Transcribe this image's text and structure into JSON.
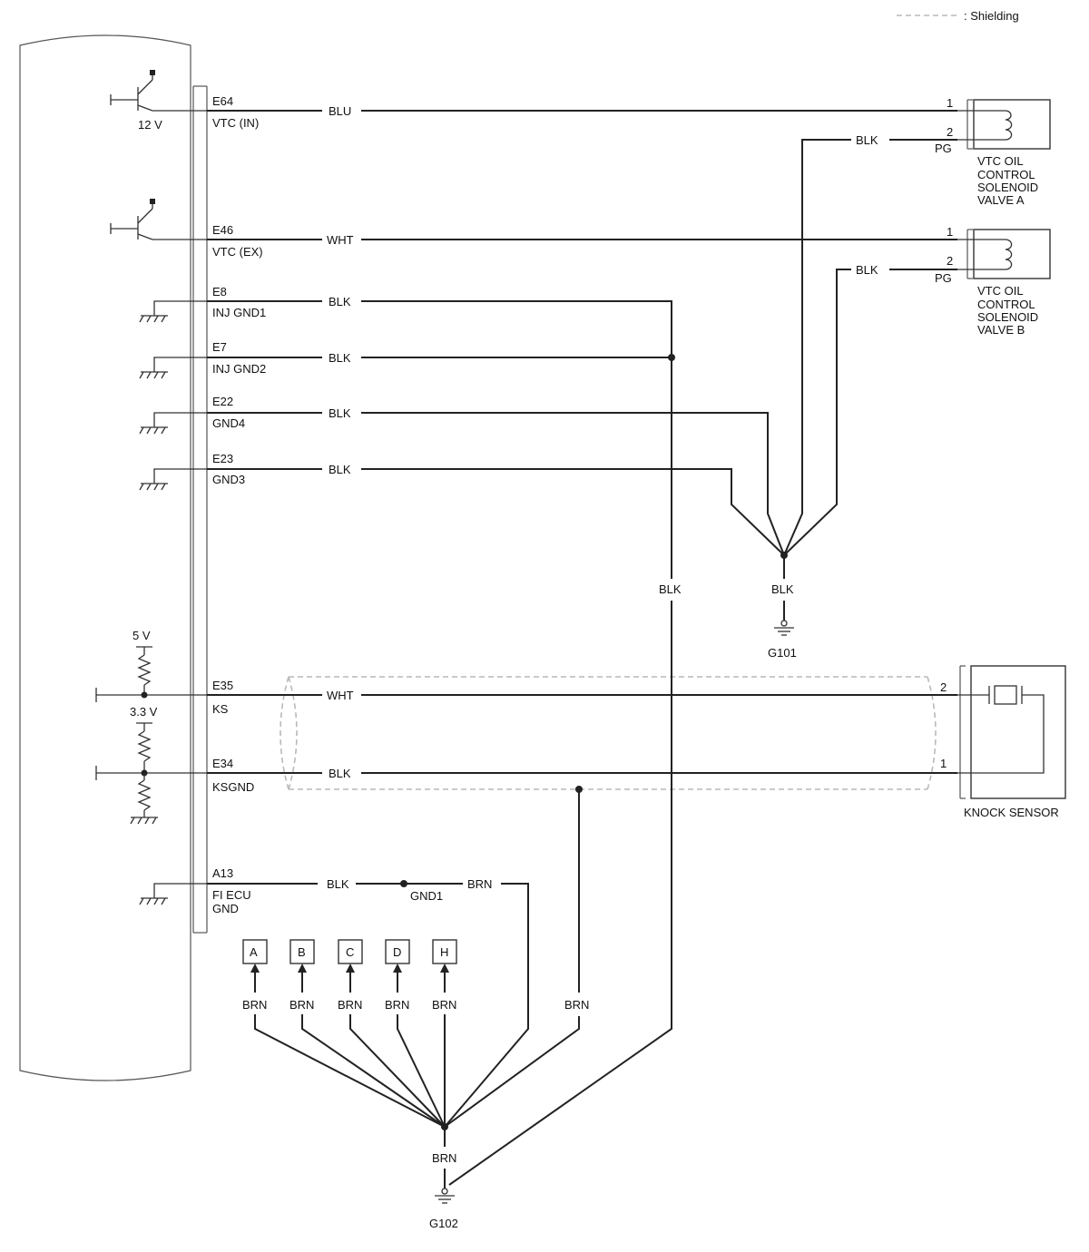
{
  "legend": {
    "shielding_label": ": Shielding"
  },
  "ecu": {
    "voltage_12v": "12 V",
    "voltage_5v": "5 V",
    "voltage_3_3v": "3.3 V",
    "terminals": [
      {
        "id": "E64",
        "name": "VTC (IN)"
      },
      {
        "id": "E46",
        "name": "VTC (EX)"
      },
      {
        "id": "E8",
        "name": "INJ GND1"
      },
      {
        "id": "E7",
        "name": "INJ GND2"
      },
      {
        "id": "E22",
        "name": "GND4"
      },
      {
        "id": "E23",
        "name": "GND3"
      },
      {
        "id": "E35",
        "name": "KS"
      },
      {
        "id": "E34",
        "name": "KSGND"
      },
      {
        "id": "A13",
        "name": "FI ECU",
        "name2": "GND"
      }
    ]
  },
  "wire_colors": {
    "e64": "BLU",
    "e46": "WHT",
    "e8": "BLK",
    "e7": "BLK",
    "e22": "BLK",
    "e23": "BLK",
    "e35": "WHT",
    "e34": "BLK",
    "a13": "BLK",
    "gnd1_out": "BRN",
    "vtc_a_pg": "BLK",
    "vtc_b_pg": "BLK",
    "inj_trunk": "BLK",
    "g101_trunk": "BLK",
    "ks_shield_drain": "BRN",
    "g102_trunk": "BRN"
  },
  "vtc_a": {
    "pin1": "1",
    "pin2": "2",
    "pg": "PG",
    "label": [
      "VTC OIL",
      "CONTROL",
      "SOLENOID",
      "VALVE A"
    ]
  },
  "vtc_b": {
    "pin1": "1",
    "pin2": "2",
    "pg": "PG",
    "label": [
      "VTC OIL",
      "CONTROL",
      "SOLENOID",
      "VALVE B"
    ]
  },
  "knock_sensor": {
    "pin2": "2",
    "pin1": "1",
    "label": "KNOCK SENSOR"
  },
  "junction_gnd1": "GND1",
  "grounds": {
    "g101": "G101",
    "g102": "G102"
  },
  "connectors": [
    {
      "letter": "A",
      "wire": "BRN"
    },
    {
      "letter": "B",
      "wire": "BRN"
    },
    {
      "letter": "C",
      "wire": "BRN"
    },
    {
      "letter": "D",
      "wire": "BRN"
    },
    {
      "letter": "H",
      "wire": "BRN"
    }
  ]
}
